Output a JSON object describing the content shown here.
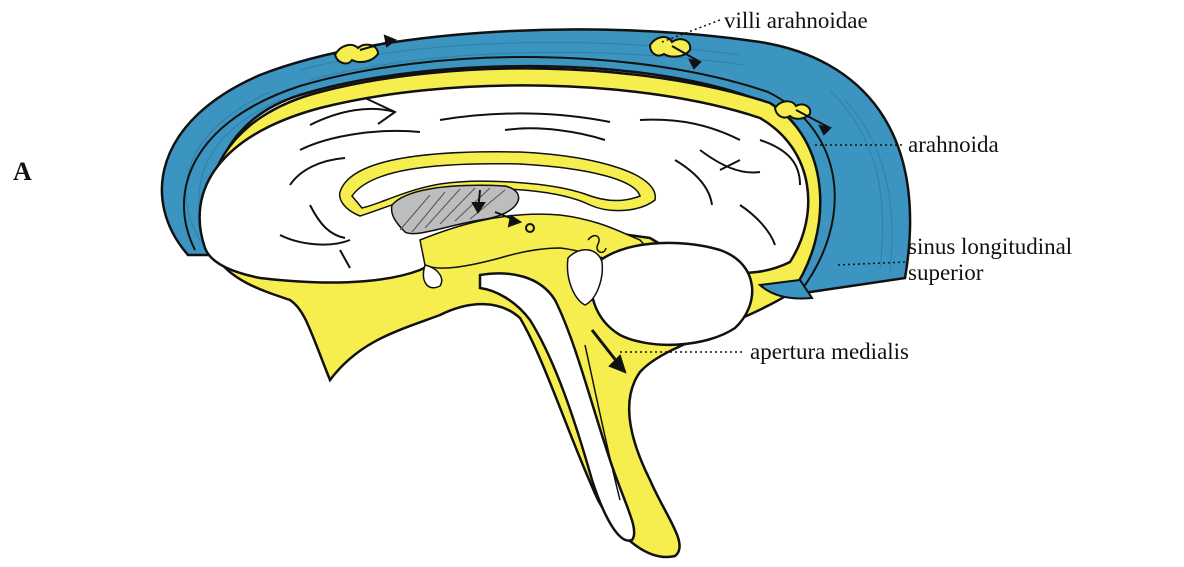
{
  "figure": {
    "panel_letter": "A",
    "labels": {
      "villi": "villi arahnoidae",
      "arachnoid": "arahnoida",
      "sinus_line1": "sinus longitudinal",
      "sinus_line2": "superior",
      "aperture": "apertura medialis"
    }
  },
  "colors": {
    "dura_blue": "#3b95c0",
    "csf_yellow": "#f5ee4e",
    "outline": "#111111",
    "background": "#ffffff"
  }
}
